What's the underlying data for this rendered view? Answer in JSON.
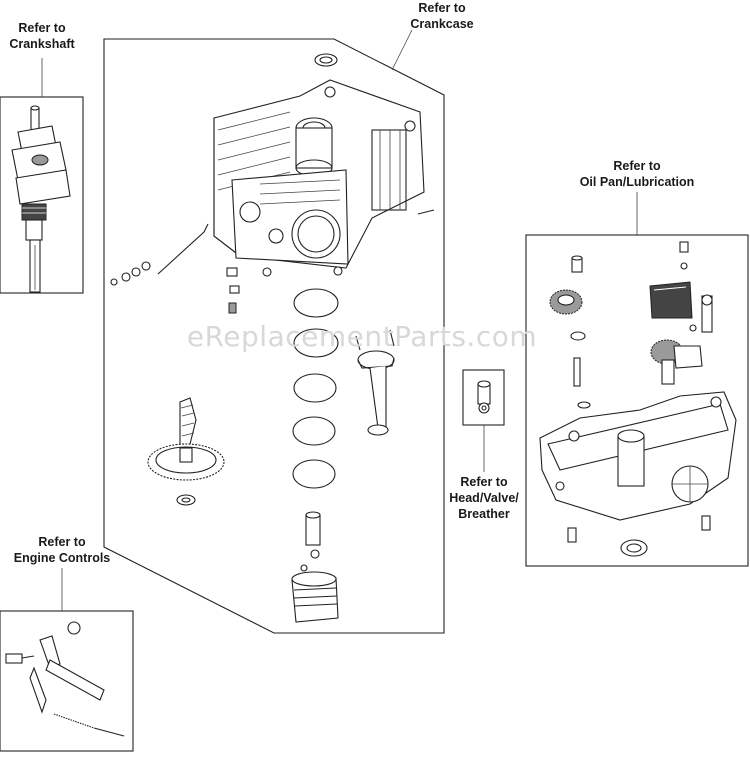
{
  "callouts": {
    "crankshaft": "Refer to\nCrankshaft",
    "crankcase": "Refer to\nCrankcase",
    "oil_pan": "Refer to\nOil Pan/Lubrication",
    "head_valve": "Refer to\nHead/Valve/\nBreather",
    "engine_controls": "Refer to\nEngine Controls"
  },
  "watermark": "eReplacementParts.com"
}
